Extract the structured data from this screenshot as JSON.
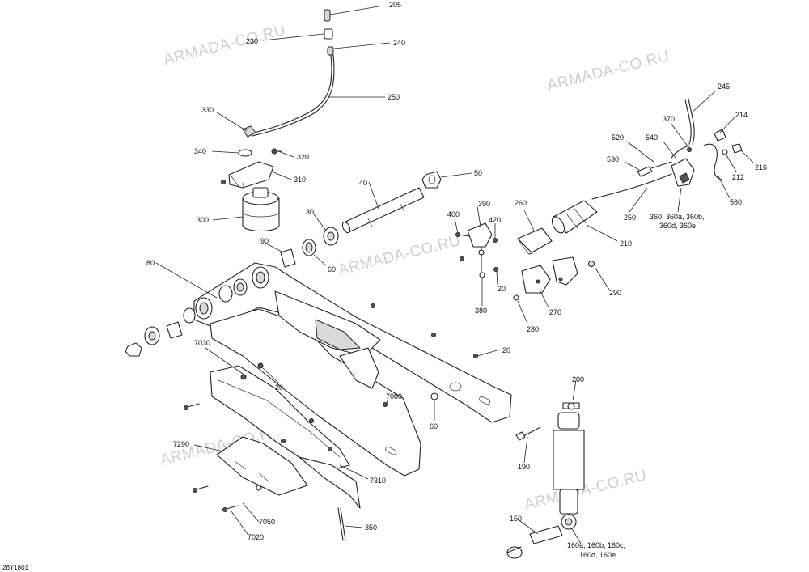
{
  "watermark": "ARMADA-CO.RU",
  "figure_code": "26Y1801",
  "callouts": [
    {
      "id": "c205",
      "text": "205"
    },
    {
      "id": "c230",
      "text": "230"
    },
    {
      "id": "c240",
      "text": "240"
    },
    {
      "id": "c250a",
      "text": "250"
    },
    {
      "id": "c330",
      "text": "330"
    },
    {
      "id": "c340",
      "text": "340"
    },
    {
      "id": "c320",
      "text": "320"
    },
    {
      "id": "c310",
      "text": "310"
    },
    {
      "id": "c300",
      "text": "300"
    },
    {
      "id": "c40",
      "text": "40"
    },
    {
      "id": "c50a",
      "text": "50"
    },
    {
      "id": "c30",
      "text": "30"
    },
    {
      "id": "c90",
      "text": "90"
    },
    {
      "id": "c60a",
      "text": "60"
    },
    {
      "id": "c80",
      "text": "80"
    },
    {
      "id": "c390",
      "text": "390"
    },
    {
      "id": "c400",
      "text": "400"
    },
    {
      "id": "c420",
      "text": "420"
    },
    {
      "id": "c20a",
      "text": "20"
    },
    {
      "id": "c380",
      "text": "380"
    },
    {
      "id": "c260",
      "text": "260"
    },
    {
      "id": "c210",
      "text": "210"
    },
    {
      "id": "c290",
      "text": "290"
    },
    {
      "id": "c270",
      "text": "270"
    },
    {
      "id": "c280",
      "text": "280"
    },
    {
      "id": "c245",
      "text": "245"
    },
    {
      "id": "c370",
      "text": "370"
    },
    {
      "id": "c214",
      "text": "214"
    },
    {
      "id": "c520",
      "text": "520"
    },
    {
      "id": "c540",
      "text": "540"
    },
    {
      "id": "c530",
      "text": "530"
    },
    {
      "id": "c212",
      "text": "212"
    },
    {
      "id": "c216",
      "text": "216"
    },
    {
      "id": "c560",
      "text": "560"
    },
    {
      "id": "c250b",
      "text": "250"
    },
    {
      "id": "c360a",
      "text": "360, 360a, 360b,"
    },
    {
      "id": "c360b",
      "text": "360d, 360e"
    },
    {
      "id": "c20b",
      "text": "20"
    },
    {
      "id": "c20c",
      "text": "20"
    },
    {
      "id": "c7030",
      "text": "7030"
    },
    {
      "id": "c7080",
      "text": "7080"
    },
    {
      "id": "c60b",
      "text": "60"
    },
    {
      "id": "c200",
      "text": "200"
    },
    {
      "id": "c190",
      "text": "190"
    },
    {
      "id": "c7290",
      "text": "7290"
    },
    {
      "id": "c7310",
      "text": "7310"
    },
    {
      "id": "c7050",
      "text": "7050"
    },
    {
      "id": "c7020",
      "text": "7020"
    },
    {
      "id": "c350",
      "text": "350"
    },
    {
      "id": "c150",
      "text": "150"
    },
    {
      "id": "c160a",
      "text": "160a, 160b, 160c,"
    },
    {
      "id": "c160b",
      "text": "160d, 160e"
    }
  ]
}
